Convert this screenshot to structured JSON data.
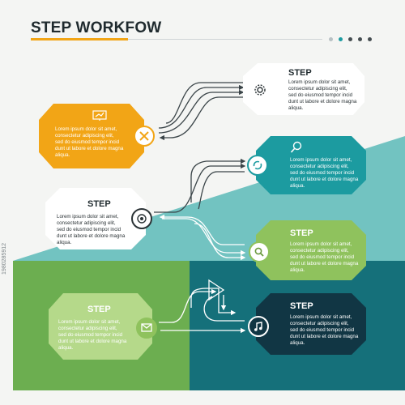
{
  "title": "STEP WORKFOW",
  "watermark": "1980285912",
  "colors": {
    "orange": "#f2a516",
    "teal": "#1c9ba0",
    "lime": "#8fc25d",
    "navy": "#113644",
    "dark_teal": "#15707a",
    "mint": "#72c3c1",
    "green": "#6cae50",
    "light": "#ffffff",
    "text_dark": "#2b3336"
  },
  "steps": [
    {
      "id": "s1",
      "title": "STEP",
      "icon": "gear-icon",
      "lines": [
        "Lorem ipsum dolor sit amet,",
        "consectetur adipiscing elit,",
        "sed do eiusmod tempor incid",
        "dunt ut labore et dolore magna",
        "aliqua."
      ]
    },
    {
      "id": "s2",
      "title": "",
      "icon": "presentation-icon",
      "badge_icon": "tools-icon",
      "lines": [
        "Lorem ipsum dolor sit amet,",
        "consectetur adipiscing elit,",
        "sed do eiusmod tempor incid",
        "dunt ut labore et dolore magna",
        "aliqua."
      ]
    },
    {
      "id": "s3",
      "title": "",
      "icon": "magnifier-icon",
      "badge_icon": "cycle-icon",
      "lines": [
        "Lorem ipsum dolor sit amet,",
        "consectetur adipiscing elit,",
        "sed do eiusmod tempor incid",
        "dunt ut labore et dolore magna",
        "aliqua."
      ]
    },
    {
      "id": "s4",
      "title": "STEP",
      "icon": "target-icon",
      "lines": [
        "Lorem ipsum dolor sit amet,",
        "consectetur adipiscing elit,",
        "sed do eiusmod tempor incid",
        "dunt ut labore et dolore magna",
        "aliqua."
      ]
    },
    {
      "id": "s5",
      "title": "STEP",
      "icon": "search-icon",
      "lines": [
        "Lorem ipsum dolor sit amet,",
        "consectetur adipiscing elit,",
        "sed do eiusmod tempor incid",
        "dunt ut labore et dolore magna",
        "aliqua."
      ]
    },
    {
      "id": "s6",
      "title": "STEP",
      "icon": "mail-icon",
      "lines": [
        "Lorem ipsum dolor sit amet,",
        "consectetur adipiscing elit,",
        "sed do eiusmod tempor incid",
        "dunt ut labore et dolore magna",
        "aliqua."
      ]
    },
    {
      "id": "s7",
      "title": "STEP",
      "icon": "music-note-icon",
      "lines": [
        "Lorem ipsum dolor sit amet,",
        "consectetur adipiscing elit,",
        "sed do eiusmod tempor incid",
        "dunt ut labore et dolore magna",
        "aliqua."
      ]
    }
  ]
}
